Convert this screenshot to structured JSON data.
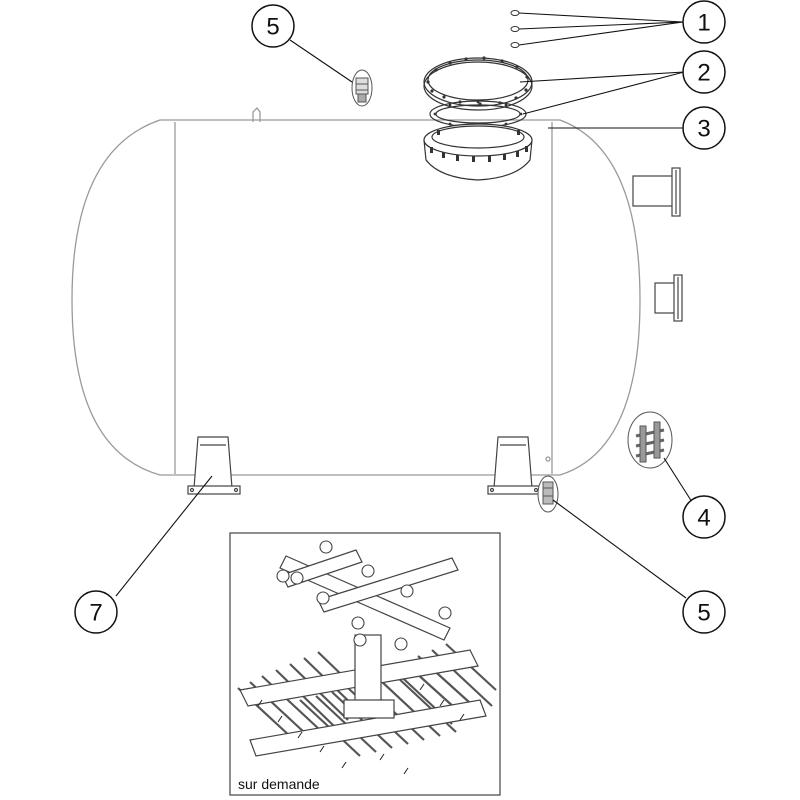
{
  "diagram": {
    "callouts": [
      {
        "id": "c1",
        "label": "1"
      },
      {
        "id": "c2",
        "label": "2"
      },
      {
        "id": "c3",
        "label": "3"
      },
      {
        "id": "c4",
        "label": "4"
      },
      {
        "id": "c5a",
        "label": "5"
      },
      {
        "id": "c5b",
        "label": "5"
      },
      {
        "id": "c7",
        "label": "7"
      }
    ],
    "inset": {
      "caption": "sur demande"
    },
    "colors": {
      "line": "#111111",
      "tank_outline": "#9a9a9a",
      "background": "#ffffff"
    }
  }
}
